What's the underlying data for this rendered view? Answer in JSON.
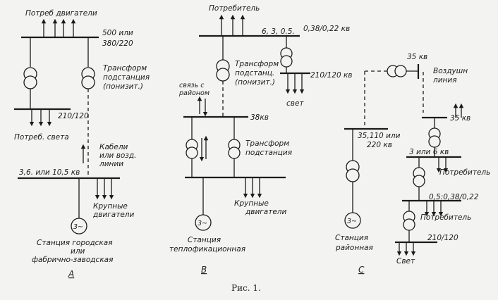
{
  "scheme_a": {
    "motors_top": "Потреб двигатели",
    "bus_voltage_top_1": "500 или",
    "bus_voltage_top_2": "380/220",
    "transformer_1": "Трансформ",
    "transformer_2": "подстанция",
    "transformer_3": "(понизит.)",
    "light_voltage": "210/120",
    "light_consumer": "Потреб. света",
    "cable_1": "Кабели",
    "cable_2": "или возд.",
    "cable_3": "линии",
    "gen_bus_voltage": "3,6. или 10,5 кв",
    "large_motors_1": "Крупные",
    "large_motors_2": "двигатели",
    "generator": "3~",
    "station_1": "Станция городская",
    "station_2": "или",
    "station_3": "фабрично-заводская",
    "letter": "А"
  },
  "scheme_b": {
    "consumer": "Потребитель",
    "bus_voltage_1": "6, 3, 0.5.",
    "bus_voltage_2": "0,38/0,22 кв",
    "transformer_1": "Трансформ",
    "transformer_2": "подстанц.",
    "transformer_3": "(понизит.)",
    "light_voltage": "210/120 кв",
    "light": "свет",
    "link_1": "связь с",
    "link_2": "районом",
    "bus_mid_voltage": "38кв",
    "transformer_sub_1": "Трансформ",
    "transformer_sub_2": "подстанция",
    "large_motors_1": "Крупные",
    "large_motors_2": "двигатели",
    "generator": "3~",
    "station_1": "Станция",
    "station_2": "теплофикационная",
    "letter": "В"
  },
  "scheme_c": {
    "top_voltage": "35 кв",
    "airline_1": "Воздушн",
    "airline_2": "линия",
    "voltage_35": "35 кв",
    "station_bus_1": "35,110 или",
    "station_bus_2": "220 кв",
    "bus_3_or_6": "3 или 6 кв",
    "consumer_1": "Потребитель",
    "low_voltage": "0,5:0,38/0,22",
    "consumer_2": "Потребитель",
    "light_voltage": "210/120",
    "light": "Свет",
    "generator": "3~",
    "station_1": "Станция",
    "station_2": "районная",
    "letter": "С"
  },
  "figure_caption": "Рис. 1."
}
